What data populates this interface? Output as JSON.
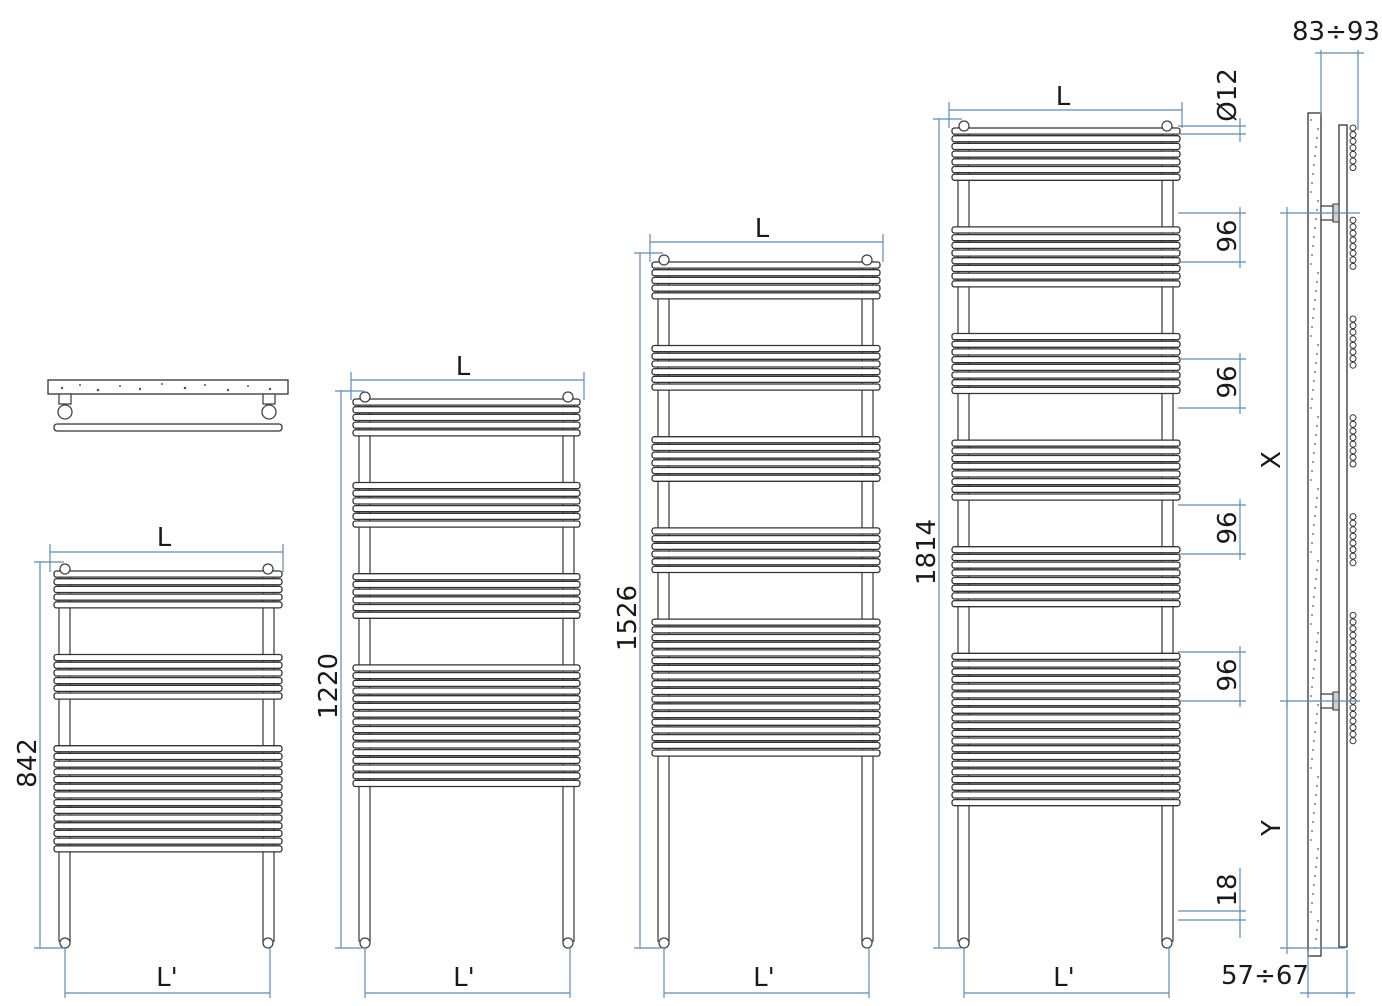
{
  "radiators": [
    {
      "height_label": "842",
      "width_label": "L",
      "pipe_label": "L'",
      "groups": [
        5,
        6,
        14
      ]
    },
    {
      "height_label": "1220",
      "width_label": "L",
      "pipe_label": "L'",
      "groups": [
        5,
        6,
        6,
        16
      ]
    },
    {
      "height_label": "1526",
      "width_label": "L",
      "pipe_label": "L'",
      "groups": [
        5,
        6,
        6,
        6,
        18
      ]
    },
    {
      "height_label": "1814",
      "width_label": "L",
      "pipe_label": "L'",
      "groups": [
        7,
        8,
        8,
        8,
        8,
        20
      ]
    }
  ],
  "spacing_labels": [
    "96",
    "96",
    "96",
    "96"
  ],
  "tube_label": "Ø12",
  "bottom_gap_label": "18",
  "side_view": {
    "depth_top_label": "83÷93",
    "depth_bottom_label": "57÷67",
    "x_label": "X",
    "y_label": "Y"
  }
}
